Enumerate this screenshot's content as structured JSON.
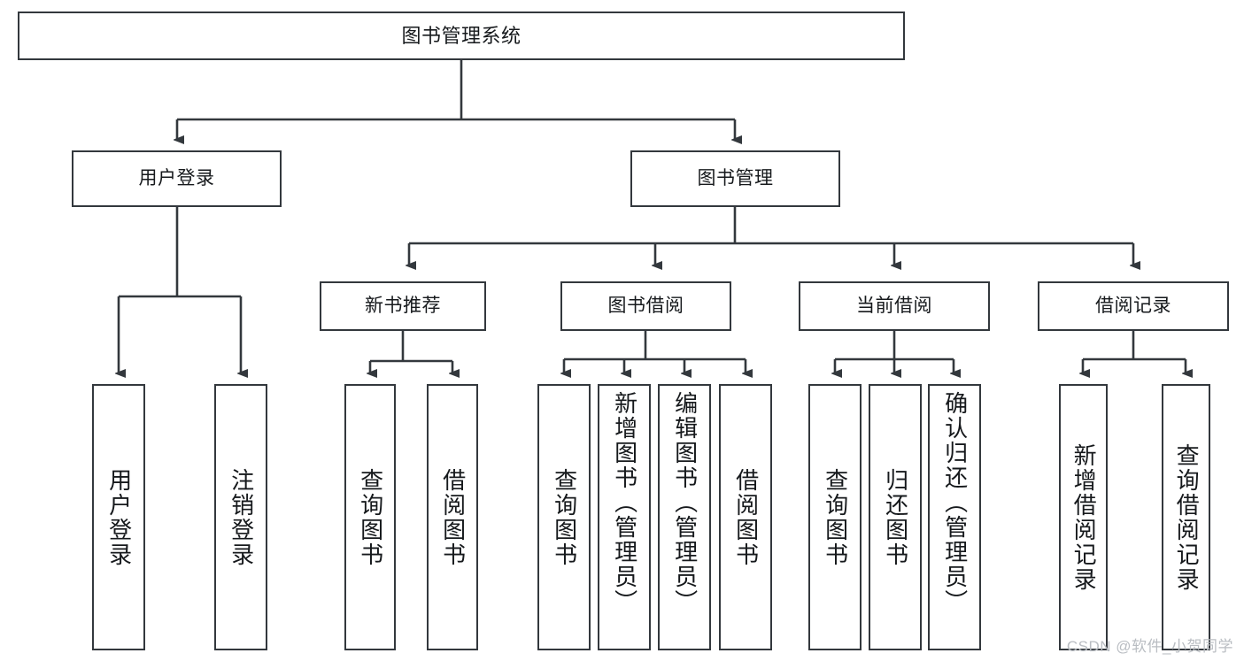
{
  "diagram": {
    "title": "图书管理系统",
    "type": "tree",
    "watermark": "CSDN @软件_小贺同学",
    "line_color": "#33383d",
    "box_fill": "#ffffff",
    "text_color": "#16191c",
    "nodes": {
      "root": {
        "label": "图书管理系统"
      },
      "level2": [
        {
          "label": "用户登录"
        },
        {
          "label": "图书管理"
        }
      ],
      "level3": [
        {
          "label": "新书推荐"
        },
        {
          "label": "图书借阅"
        },
        {
          "label": "当前借阅"
        },
        {
          "label": "借阅记录"
        }
      ],
      "leaves_user_login": [
        {
          "label": "用户登录"
        },
        {
          "label": "注销登录"
        }
      ],
      "leaves_new_book": [
        {
          "label": "查询图书"
        },
        {
          "label": "借阅图书"
        }
      ],
      "leaves_borrow": [
        {
          "label": "查询图书"
        },
        {
          "label": "新增图书（管理员）"
        },
        {
          "label": "编辑图书（管理员）"
        },
        {
          "label": "借阅图书"
        }
      ],
      "leaves_current": [
        {
          "label": "查询图书"
        },
        {
          "label": "归还图书"
        },
        {
          "label": "确认归还（管理员）"
        }
      ],
      "leaves_records": [
        {
          "label": "新增借阅记录"
        },
        {
          "label": "查询借阅记录"
        }
      ]
    }
  }
}
